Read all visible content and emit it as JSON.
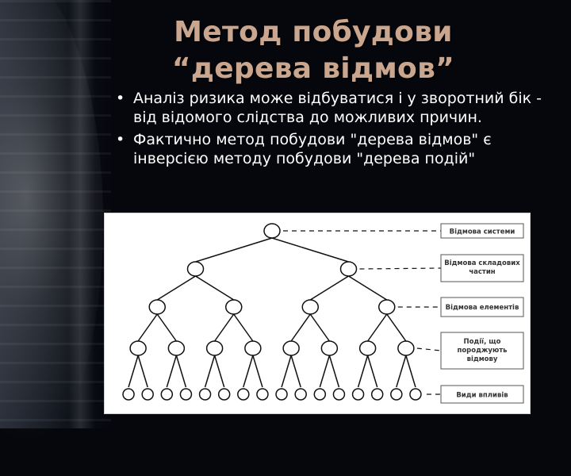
{
  "title": "Метод побудови “дерева відмов”",
  "bullets": [
    "Аналіз ризика може відбуватися і у зворотний бік - від відомого слідства до можливих причин.",
    "Фактично метод побудови \"дерева відмов\" є інверсією методу побудови \"дерева подій\""
  ],
  "bullet_symbol": "•",
  "diagram": {
    "levels": [
      {
        "label": "Відмова системи"
      },
      {
        "label": "Відмова складових частин"
      },
      {
        "label": "Відмова елементів"
      },
      {
        "label": "Події, що породжують відмову"
      },
      {
        "label": "Види впливів"
      }
    ]
  }
}
